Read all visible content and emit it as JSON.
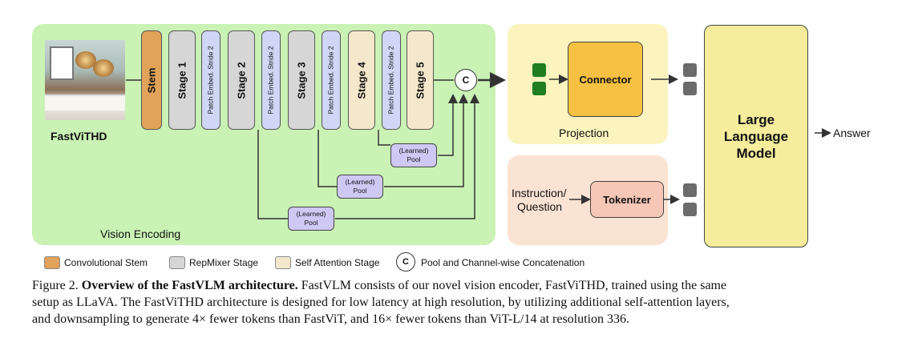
{
  "encoder_name": "FastViTHD",
  "vision_panel_label": "Vision Encoding",
  "blocks": {
    "stem": "Stem",
    "stage1": "Stage 1",
    "pe1": "Patch Embed. Stride 2",
    "stage2": "Stage 2",
    "pe2": "Patch Embed. Stride 2",
    "stage3": "Stage 3",
    "pe3": "Patch Embed. Stride 2",
    "stage4": "Stage 4",
    "pe4": "Patch Embed. Stride 2",
    "stage5": "Stage 5"
  },
  "concat_symbol": "C",
  "pools": [
    {
      "line1": "(Learned)",
      "line2": "Pool"
    },
    {
      "line1": "(Learned)",
      "line2": "Pool"
    },
    {
      "line1": "(Learned)",
      "line2": "Pool"
    }
  ],
  "projection": {
    "connector": "Connector",
    "label": "Projection"
  },
  "instruction": {
    "label_line1": "Instruction/",
    "label_line2": "Question",
    "tokenizer": "Tokenizer"
  },
  "llm": {
    "line1": "Large",
    "line2": "Language",
    "line3": "Model"
  },
  "answer": "Answer",
  "legend": [
    {
      "label": "Convolutional Stem",
      "color": "#e1a35a"
    },
    {
      "label": "RepMixer Stage",
      "color": "#d6d6d6"
    },
    {
      "label": "Self Attention Stage",
      "color": "#f4e8cc"
    },
    {
      "label": "Pool and Channel-wise Concatenation",
      "symbol": "C"
    }
  ],
  "caption": {
    "prefix": "Figure 2.",
    "title": "Overview of the FastVLM architecture.",
    "body_line1": "FastVLM consists of our novel vision encoder, FastViTHD, trained using the same",
    "body_line2": "setup as LLaVA. The FastViTHD architecture is designed for low latency at high resolution, by utilizing additional self-attention layers,",
    "body_line3": "and downsampling to generate 4× fewer tokens than FastViT, and 16× fewer tokens than ViT-L/14 at resolution 336."
  },
  "colors": {
    "vision_bg": "#c9f2b4",
    "projection_bg": "#fbf4bf",
    "instruction_bg": "#fbe3d4",
    "stem": "#e1a35a",
    "repmixer": "#d6d6d6",
    "patch_embed": "#cfd6f6",
    "self_attention": "#f4e8cc",
    "pool": "#cfc8f4",
    "connector": "#f6c143",
    "tokenizer": "#f6c7b6",
    "llm": "#f5ec9c",
    "visual_tokens": "#1e7e20",
    "projected_tokens": "#6b6b6b"
  }
}
